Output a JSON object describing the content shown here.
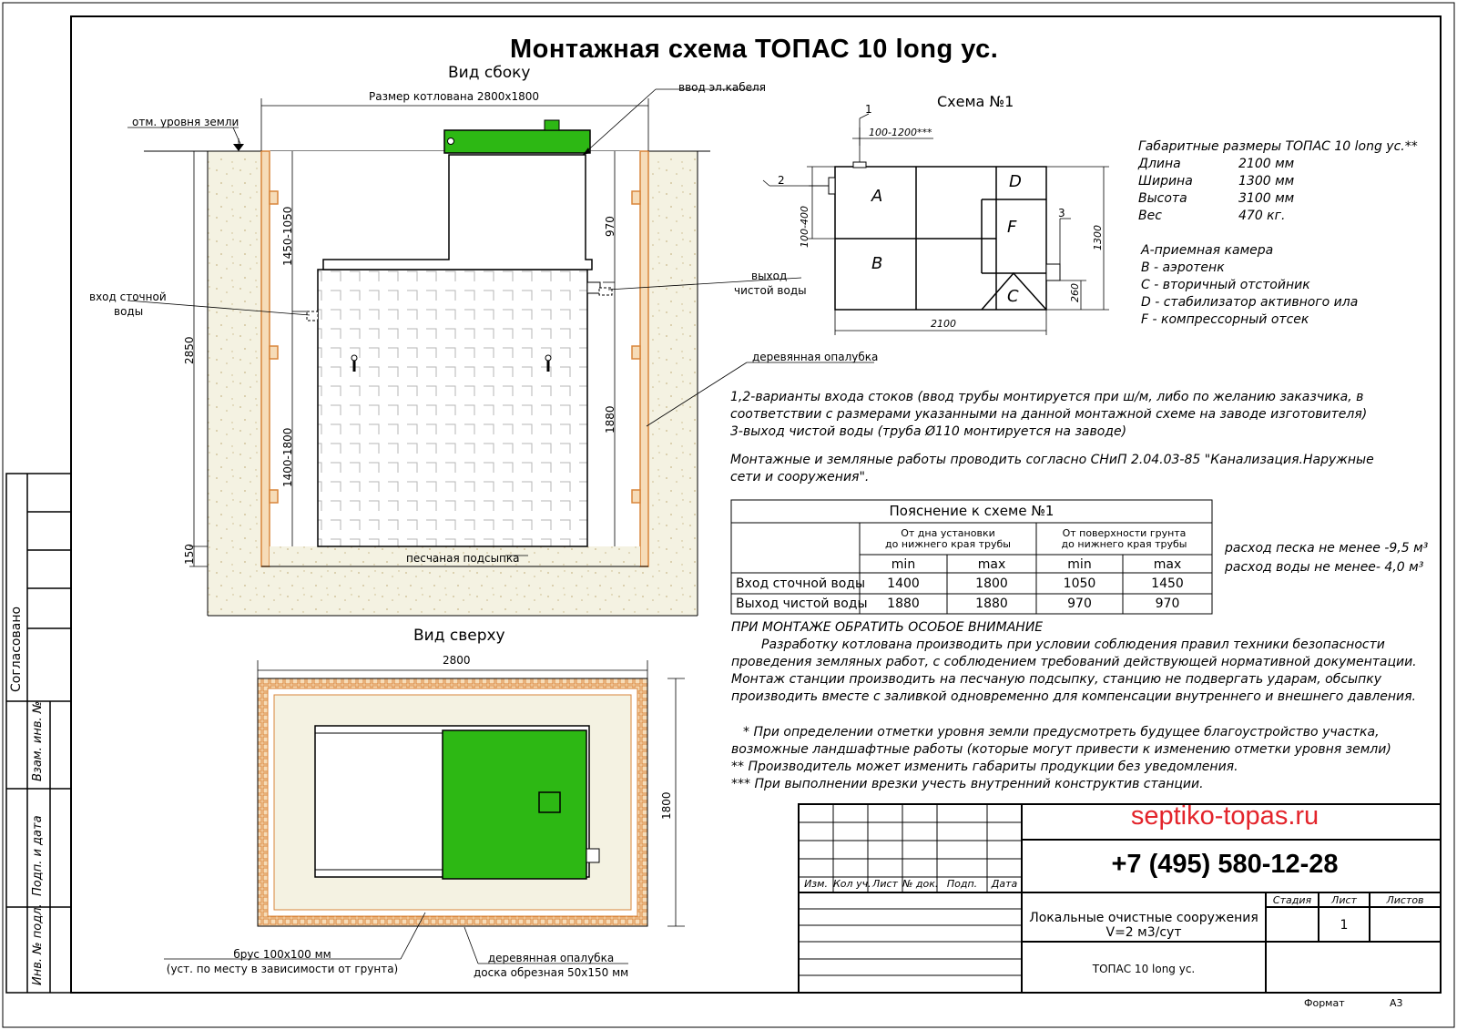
{
  "title": "Монтажная схема ТОПАС 10 long ус.",
  "side_view": {
    "title": "Вид сбоку",
    "pit_size": "Размер котлована 2800х1800",
    "ground_level": "отм. уровня земли",
    "cable_input": "ввод эл.кабеля",
    "sewage_inlet_l1": "вход сточной",
    "sewage_inlet_l2": "воды",
    "clean_outlet_l1": "выход",
    "clean_outlet_l2": "чистой воды",
    "formwork": "деревянная опалубка",
    "sand_bed": "песчаная подсыпка",
    "dims": {
      "d2850": "2850",
      "d1450_1050": "1450-1050",
      "d1400_1800": "1400-1800",
      "d150": "150",
      "d970": "970",
      "d1880": "1880"
    }
  },
  "top_view": {
    "title": "Вид сверху",
    "width": "2800",
    "depth": "1800",
    "beam_l1": "брус 100х100 мм",
    "beam_l2": "(уст. по месту в зависимости от грунта)",
    "formwork_l1": "деревянная опалубка",
    "formwork_l2": "доска обрезная 50х150 мм"
  },
  "scheme": {
    "title": "Схема №1",
    "n1": "1",
    "n2": "2",
    "n3": "3",
    "d100_1200": "100-1200***",
    "d100_400": "100-400",
    "d1300": "1300",
    "d260": "260",
    "d2100": "2100",
    "A": "A",
    "B": "B",
    "C": "C",
    "D": "D",
    "F": "F"
  },
  "dimensions": {
    "title": "Габаритные размеры ТОПАС 10 long ус.**",
    "rows": [
      {
        "k": "Длина",
        "v": "2100 мм"
      },
      {
        "k": "Ширина",
        "v": "1300 мм"
      },
      {
        "k": "Высота",
        "v": "3100 мм"
      },
      {
        "k": "Вес",
        "v": "470 кг."
      }
    ]
  },
  "legend": [
    "A-приемная  камера",
    "B - аэротенк",
    "C - вторичный отстойник",
    "D - стабилизатор активного  ила",
    "F  - компрессорный отсек"
  ],
  "notes": {
    "p1_l1": "1,2-варианты входа  стоков (ввод трубы монтируется при ш/м, либо по желанию заказчика, в",
    "p1_l2": "соответствии с размерами указанными на данной монтажной схеме на заводе изготовителя)",
    "p1_l3": "3-выход чистой воды (труба Ø110 монтируется на заводе)",
    "p2_l1": "Монтажные и земляные работы проводить согласно СНиП 2.04.03-85 \"Канализация.Наружные",
    "p2_l2": "сети и сооружения\"."
  },
  "table": {
    "title": "Пояснение к схеме №1",
    "g1_l1": "От дна установки",
    "g1_l2": "до нижнего края трубы",
    "g2_l1": "От поверхности грунта",
    "g2_l2": "до нижнего края трубы",
    "min": "min",
    "max": "max",
    "rows": [
      {
        "name": "Вход сточной воды",
        "v1": "1400",
        "v2": "1800",
        "v3": "1050",
        "v4": "1450"
      },
      {
        "name": "Выход чистой воды",
        "v1": "1880",
        "v2": "1880",
        "v3": "970",
        "v4": "970"
      }
    ]
  },
  "consumption": {
    "sand": "расход песка не менее -9,5 м³",
    "water": "расход воды не менее- 4,0 м³"
  },
  "attention": {
    "title": "ПРИ МОНТАЖЕ ОБРАТИТЬ ОСОБОЕ ВНИМАНИЕ",
    "l1": "Разработку котлована производить при условии соблюдения правил техники безопасности",
    "l2": "проведения земляных работ, с соблюдением требований действующей нормативной документации.",
    "l3": "Монтаж станции производить на песчаную подсыпку, станцию не подвергать ударам, обсыпку",
    "l4": "производить вместе с заливкой одновременно для компенсации внутреннего и внешнего давления."
  },
  "footnotes": {
    "f1_l1": "* При определении отметки уровня земли предусмотреть будущее благоустройство участка,",
    "f1_l2": "возможные ландшафтные работы (которые могут привести к изменению отметки уровня земли)",
    "f2": "** Производитель может изменить габариты продукции без уведомления.",
    "f3": "*** При выполнении врезки учесть внутренний конструктив станции."
  },
  "stamp": {
    "site": "septiko-topas.ru",
    "phone": "+7 (495) 580-12-28",
    "cols": [
      "Изм.",
      "Кол уч.",
      "Лист",
      "№ док.",
      "Подп.",
      "Дата"
    ],
    "stage": "Стадия",
    "sheet": "Лист",
    "sheets": "Листов",
    "sheet_no": "1",
    "desc_l1": "Локальные очистные сооружения",
    "desc_l2": "V=2 м3/сут",
    "product": "ТОПАС 10 long ус.",
    "format_label": "Формат",
    "format": "А3"
  },
  "left_strip": {
    "agreed": "Согласовано",
    "vzam": "Взам. инв. №",
    "podp": "Подп. и дата",
    "inv": "Инв. № подл."
  },
  "colors": {
    "green": "#2db814",
    "wood": "#d9853a",
    "sand": "#f3f1e4"
  }
}
